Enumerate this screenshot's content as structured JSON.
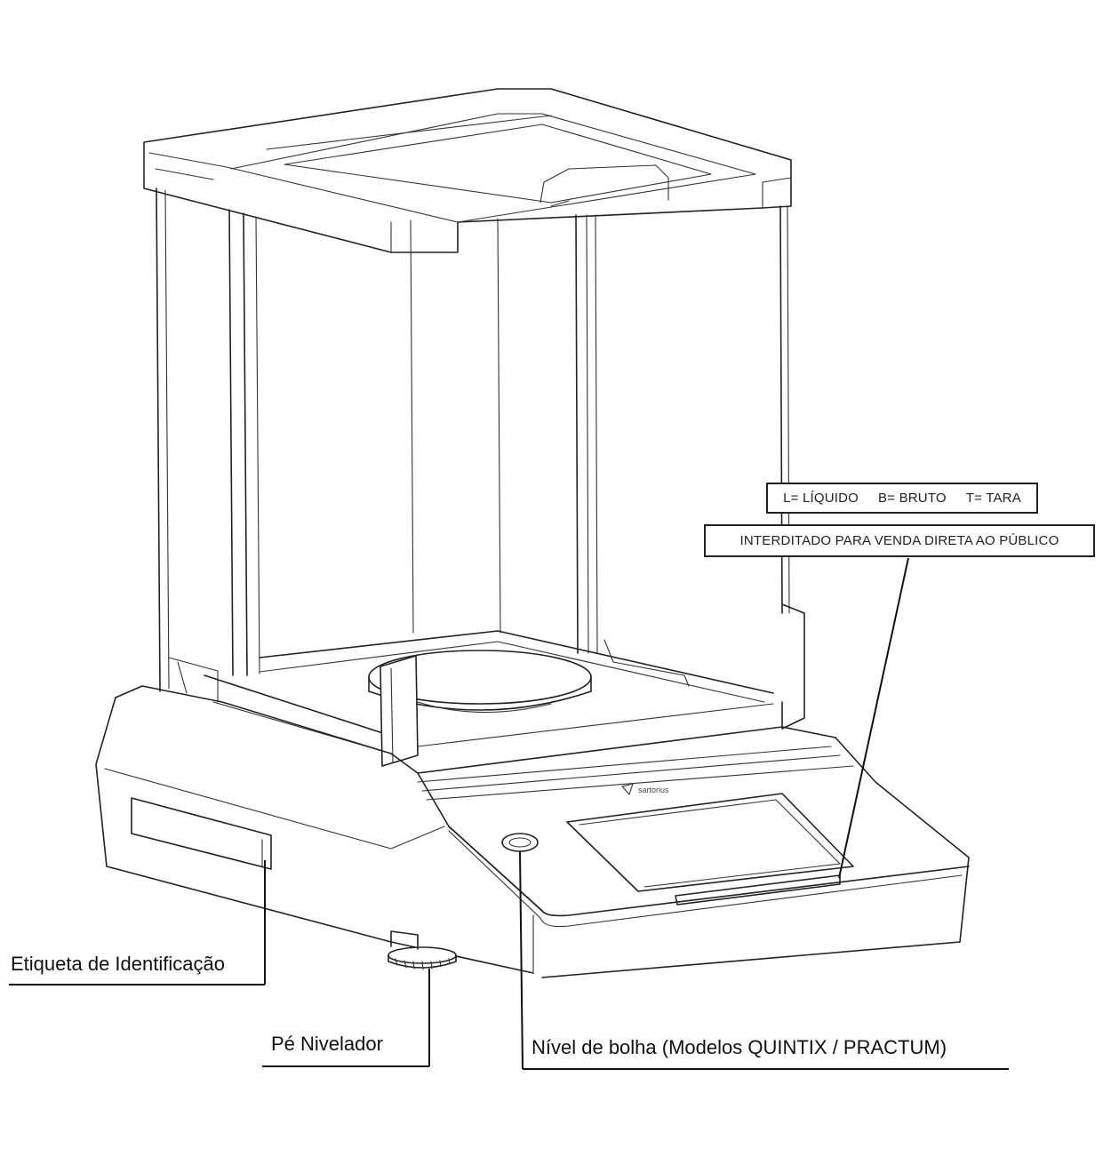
{
  "diagram": {
    "subject": "analytical balance",
    "labels": {
      "identification_label": "Etiqueta de Identificação",
      "leveling_foot": "Pé Nivelador",
      "bubble_level": "Nível de bolha (Modelos QUINTIX / PRACTUM)"
    },
    "plate_legend": {
      "liquid": "L= LÍQUIDO",
      "gross": "B= BRUTO",
      "tare": "T= TARA"
    },
    "plate_notice": "INTERDITADO PARA VENDA DIRETA AO PÚBLICO",
    "brand_mark": "sartorius",
    "colors": {
      "line": "#222222",
      "background": "#ffffff"
    }
  }
}
